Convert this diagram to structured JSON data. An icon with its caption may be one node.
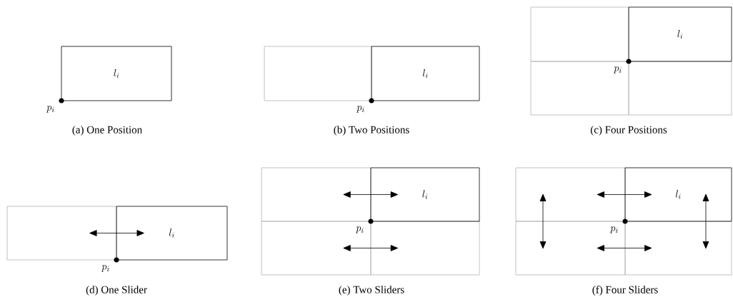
{
  "diagram": {
    "nodes": [
      {
        "text": [
          "l_i"
        ]
      },
      {
        "text": [],
        "shape": "box"
      },
      {
        "text": [
          "l_i"
        ]
      },
      {
        "text": [],
        "shape": "box"
      },
      {
        "text": [
          "l_i"
        ]
      },
      {
        "text": [],
        "shape": "box"
      },
      {
        "text": [],
        "shape": "box"
      },
      {
        "text": [],
        "shape": "box"
      },
      {
        "text": [
          "l_i"
        ]
      },
      {
        "text": [],
        "shape": "box"
      },
      {
        "text": [
          "l_i"
        ]
      },
      {
        "text": [],
        "shape": "box"
      },
      {
        "text": [],
        "shape": "box"
      },
      {
        "text": [],
        "shape": "box"
      },
      {
        "text": [
          "l_i"
        ]
      },
      {
        "text": [],
        "shape": "box"
      },
      {
        "text": [],
        "shape": "box"
      }
    ],
    "edges": [
      {
        "from": 7,
        "to": 8,
        "arrow": "both"
      },
      {
        "from": 9,
        "to": 10,
        "arrow": "both"
      },
      {
        "from": 11,
        "to": 12,
        "arrow": "both"
      },
      {
        "from": 13,
        "to": 15,
        "arrow": "both"
      },
      {
        "from": 13,
        "to": 14,
        "arrow": "both"
      },
      {
        "from": 14,
        "to": 16,
        "arrow": "both"
      },
      {
        "from": 15,
        "to": 16,
        "arrow": "both"
      }
    ],
    "labels": [
      "p_i",
      "p_i",
      "p_i",
      "(a) One Position",
      "(b) Two Positions",
      "(c) Four Positions",
      "p_i",
      "p_i",
      "p_i",
      "(d) One Slider",
      "(e) Two Sliders",
      "(f) Four Sliders"
    ]
  }
}
